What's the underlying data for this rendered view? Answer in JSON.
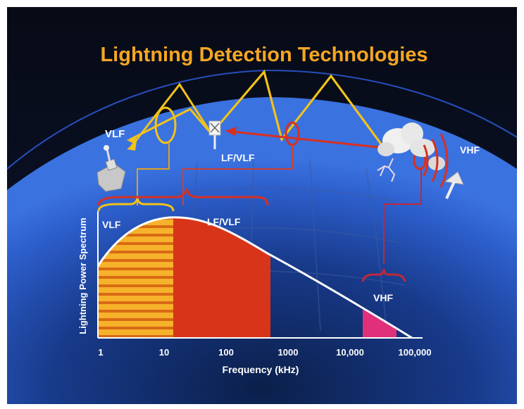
{
  "title": "Lightning Detection Technologies",
  "labels": {
    "vlf_top": "VLF",
    "lf_vlf_top": "LF/VLF",
    "vhf_top": "VHF",
    "vlf_band": "VLF",
    "lf_vlf_band": "LF/VLF",
    "vhf_band": "VHF"
  },
  "chart": {
    "ylabel": "Lightning Power Spectrum",
    "xlabel": "Frequency (kHz)",
    "xticks": [
      "1",
      "10",
      "100",
      "1000",
      "10,000",
      "100,000"
    ]
  },
  "colors": {
    "title": "#f5a623",
    "sky_path": "#f2c21a",
    "vlf_band": "#f0a020",
    "lf_band": "#d8341a",
    "vhf_band": "#e0307a",
    "wire": "#e07828",
    "arrow_red": "#d83020"
  }
}
